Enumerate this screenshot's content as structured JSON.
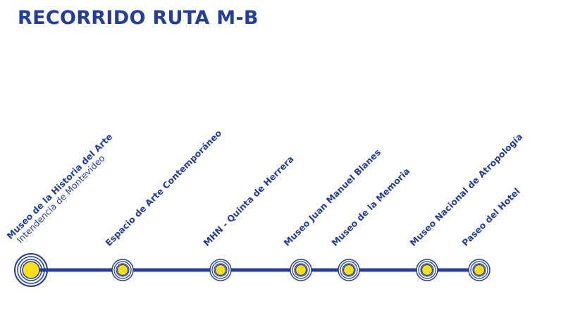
{
  "title": "RECORRIDO RUTA M-B",
  "colors": {
    "line": "#233e96",
    "stop_fill": "#ffde17"
  },
  "stations": [
    {
      "name": "Museo de la Historia del Arte",
      "subtitle": "Intendencia de Montevideo",
      "origin": true
    },
    {
      "name": "Espacio de Arte Contemporáneo"
    },
    {
      "name": "MHN - Quinta de Herrera"
    },
    {
      "name": "Museo Juan Manuel Blanes"
    },
    {
      "name": "Museo de la Memoria"
    },
    {
      "name": "Museo Nacional de Atropología"
    },
    {
      "name": "Paseo del Hotel"
    }
  ]
}
